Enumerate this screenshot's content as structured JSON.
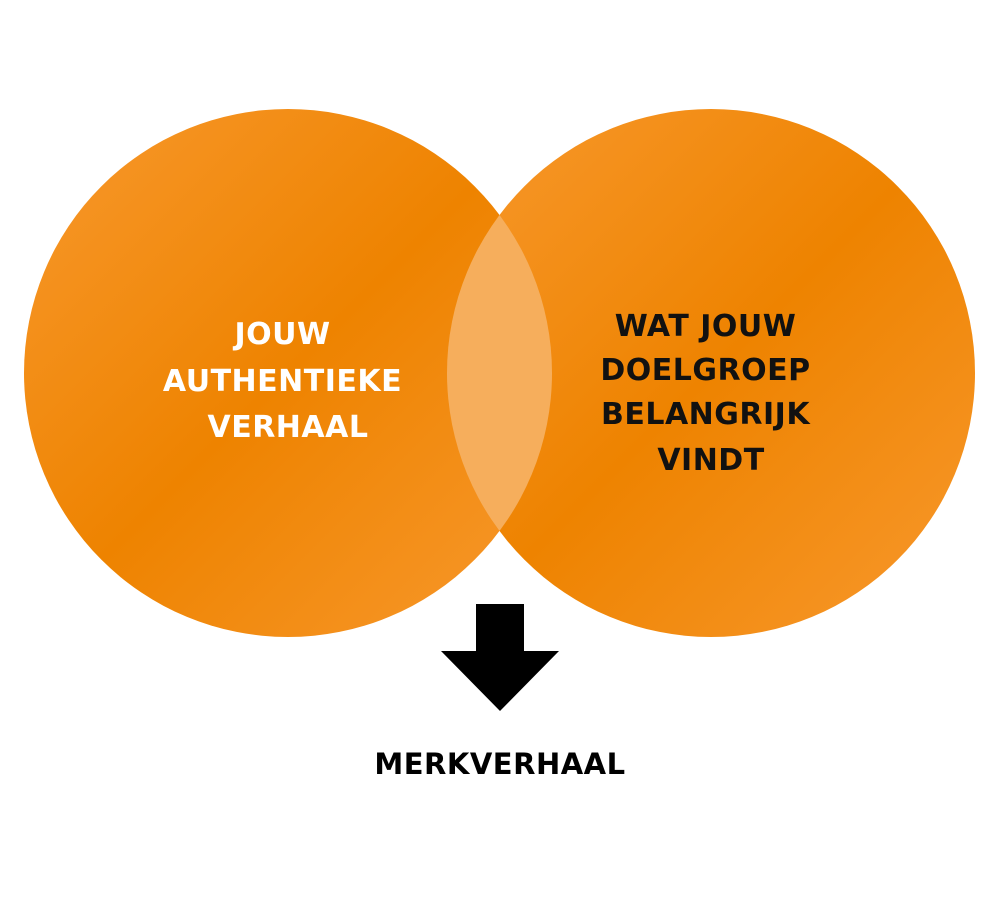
{
  "diagram": {
    "left_circle": {
      "lines": [
        "JOUW",
        "AUTHENTIEKE",
        "VERHAAL"
      ],
      "text_color": "#ffffff"
    },
    "right_circle": {
      "lines": [
        "WAT JOUW",
        "DOELGROEP",
        "BELANGRIJK",
        "VINDT"
      ],
      "text_color": "#111111"
    },
    "result_label": "MERKVERHAAL",
    "colors": {
      "circle_light": "#F8992E",
      "circle_dark": "#EE8300",
      "overlap": "#F6AE5C",
      "arrow": "#000000"
    }
  }
}
